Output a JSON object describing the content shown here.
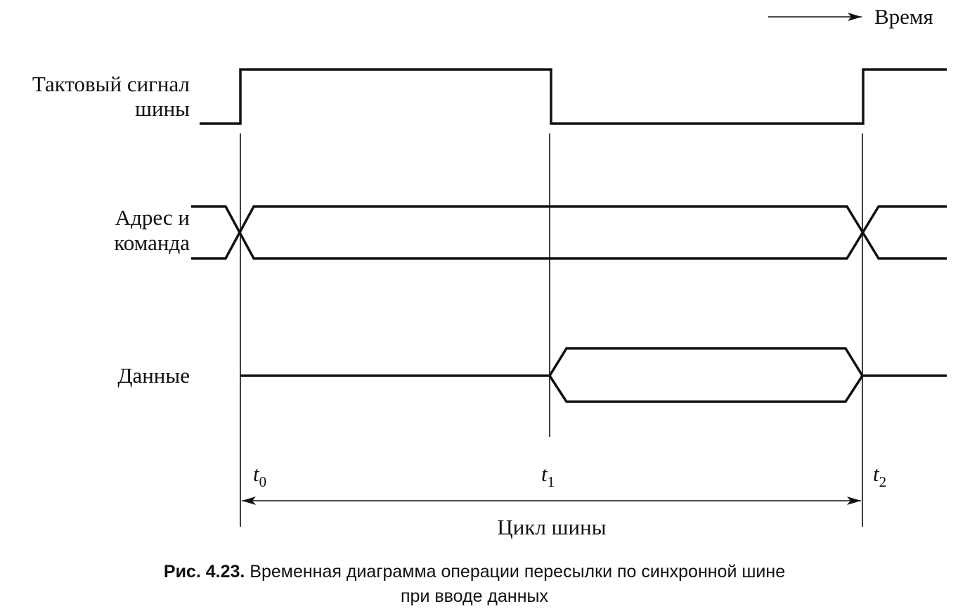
{
  "time_legend": "Время",
  "signals": {
    "clock": {
      "label_line1": "Тактовый сигнал",
      "label_line2": "шины"
    },
    "address": {
      "label_line1": "Адрес и",
      "label_line2": "команда"
    },
    "data": {
      "label": "Данные"
    }
  },
  "time_marks": [
    {
      "letter": "t",
      "sub": "0"
    },
    {
      "letter": "t",
      "sub": "1"
    },
    {
      "letter": "t",
      "sub": "2"
    }
  ],
  "bus_cycle_label": "Цикл шины",
  "caption": {
    "bold": "Рис. 4.23.",
    "line1": "Временная диаграмма операции пересылки по синхронной шине",
    "line2": "при вводе данных"
  }
}
